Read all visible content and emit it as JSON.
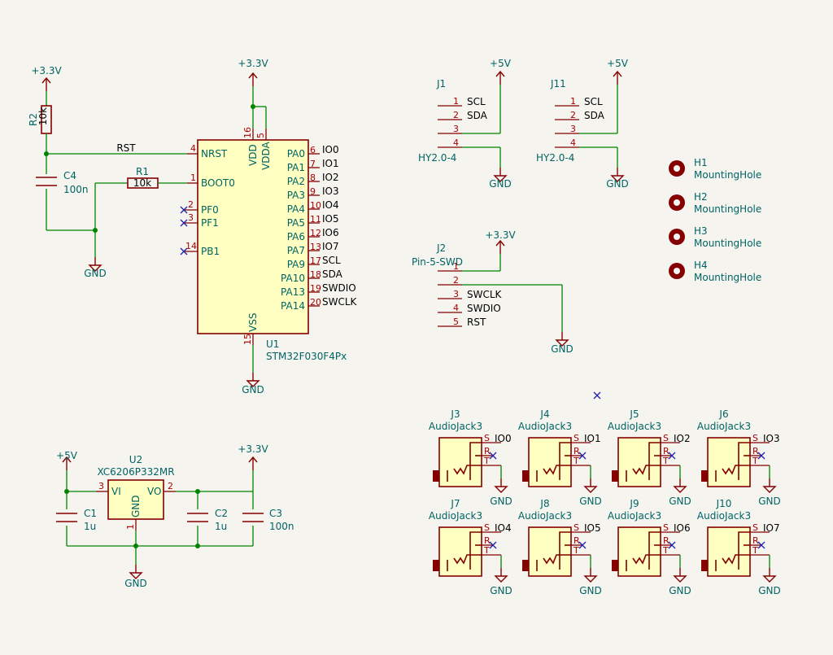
{
  "schematic": {
    "power": {
      "v33": "+3.3V",
      "v5": "+5V",
      "gnd": "GND"
    },
    "u1": {
      "ref": "U1",
      "value": "STM32F030F4Px",
      "left_pins": [
        {
          "num": "4",
          "name": "NRST"
        },
        {
          "num": "1",
          "name": "BOOT0"
        },
        {
          "num": "2",
          "name": "PF0"
        },
        {
          "num": "3",
          "name": "PF1"
        },
        {
          "num": "14",
          "name": "PB1"
        }
      ],
      "top_pins": [
        {
          "num": "16",
          "name": "VDD"
        },
        {
          "num": "5",
          "name": "VDDA"
        }
      ],
      "bottom_pin": {
        "num": "15",
        "name": "VSS"
      },
      "right_pins": [
        {
          "num": "6",
          "name": "PA0",
          "net": "IO0"
        },
        {
          "num": "7",
          "name": "PA1",
          "net": "IO1"
        },
        {
          "num": "8",
          "name": "PA2",
          "net": "IO2"
        },
        {
          "num": "9",
          "name": "PA3",
          "net": "IO3"
        },
        {
          "num": "10",
          "name": "PA4",
          "net": "IO4"
        },
        {
          "num": "11",
          "name": "PA5",
          "net": "IO5"
        },
        {
          "num": "12",
          "name": "PA6",
          "net": "IO6"
        },
        {
          "num": "13",
          "name": "PA7",
          "net": "IO7"
        },
        {
          "num": "17",
          "name": "PA9",
          "net": "SCL"
        },
        {
          "num": "18",
          "name": "PA10",
          "net": "SDA"
        },
        {
          "num": "19",
          "name": "PA13",
          "net": "SWDIO"
        },
        {
          "num": "20",
          "name": "PA14",
          "net": "SWCLK"
        }
      ]
    },
    "r2": {
      "ref": "R2",
      "value": "10k"
    },
    "r1": {
      "ref": "R1",
      "value": "10k"
    },
    "c4": {
      "ref": "C4",
      "value": "100n"
    },
    "net_rst": "RST",
    "u2": {
      "ref": "U2",
      "value": "XC6206P332MR",
      "vi": "VI",
      "vo": "VO",
      "gnd": "GND",
      "pin_vi": "3",
      "pin_vo": "2",
      "pin_gnd": "1"
    },
    "c1": {
      "ref": "C1",
      "value": "1u"
    },
    "c2": {
      "ref": "C2",
      "value": "1u"
    },
    "c3": {
      "ref": "C3",
      "value": "100n"
    },
    "j1": {
      "ref": "J1",
      "value": "HY2.0-4",
      "nets": [
        "SCL",
        "SDA"
      ]
    },
    "j11": {
      "ref": "J11",
      "value": "HY2.0-4",
      "nets": [
        "SCL",
        "SDA"
      ]
    },
    "conn_pins": [
      "1",
      "2",
      "3",
      "4",
      "5"
    ],
    "j2": {
      "ref": "J2",
      "value": "Pin-5-SWD",
      "nets": [
        "SWCLK",
        "SWDIO",
        "RST"
      ]
    },
    "holes": [
      {
        "ref": "H1",
        "value": "MountingHole"
      },
      {
        "ref": "H2",
        "value": "MountingHole"
      },
      {
        "ref": "H3",
        "value": "MountingHole"
      },
      {
        "ref": "H4",
        "value": "MountingHole"
      }
    ],
    "jack_pins": {
      "s": "S",
      "r": "R",
      "t": "T"
    },
    "jacks": [
      {
        "ref": "J3",
        "value": "AudioJack3",
        "net": "IO0"
      },
      {
        "ref": "J4",
        "value": "AudioJack3",
        "net": "IO1"
      },
      {
        "ref": "J5",
        "value": "AudioJack3",
        "net": "IO2"
      },
      {
        "ref": "J6",
        "value": "AudioJack3",
        "net": "IO3"
      },
      {
        "ref": "J7",
        "value": "AudioJack3",
        "net": "IO4"
      },
      {
        "ref": "J8",
        "value": "AudioJack3",
        "net": "IO5"
      },
      {
        "ref": "J9",
        "value": "AudioJack3",
        "net": "IO6"
      },
      {
        "ref": "J10",
        "value": "AudioJack3",
        "net": "IO7"
      }
    ],
    "colors": {
      "wire": "#008400",
      "symbol": "#840000",
      "body_fill": "#ffffc2",
      "ref_text": "#006464",
      "pin_number": "#a90000",
      "no_connect": "#2222aa",
      "background": "#f5f4ef"
    }
  }
}
